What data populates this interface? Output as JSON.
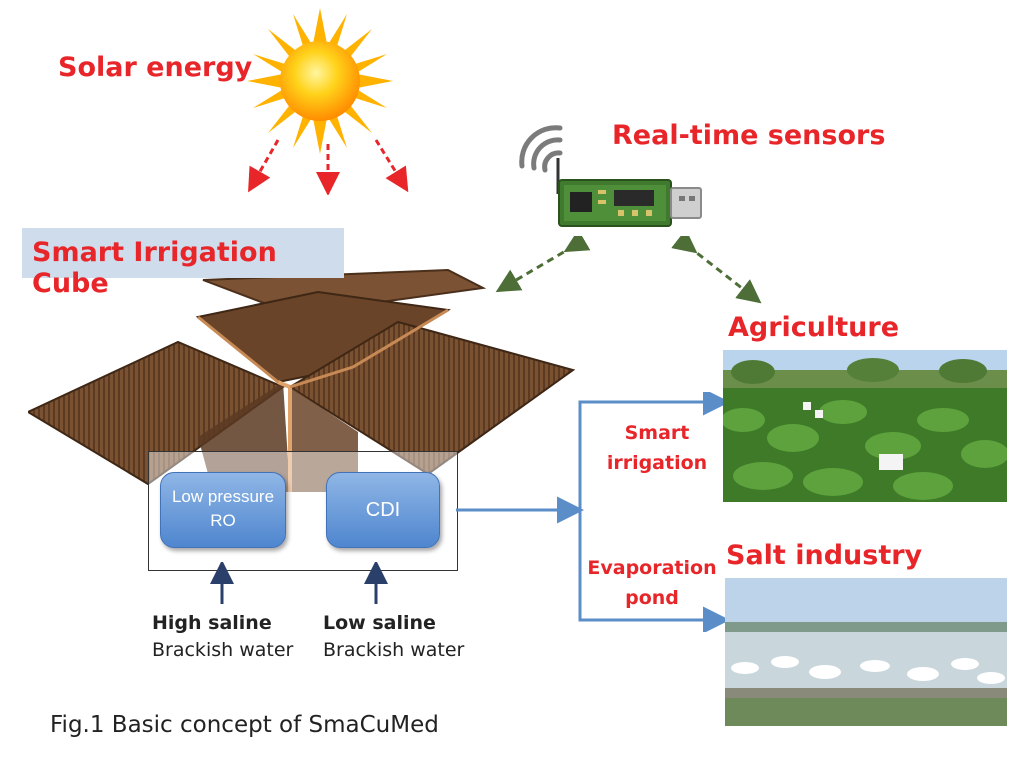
{
  "labels": {
    "solar": "Solar energy",
    "cube": "Smart Irrigation Cube",
    "sensors": "Real-time sensors",
    "agriculture": "Agriculture",
    "salt_industry": "Salt industry",
    "smart_irrigation_1": "Smart",
    "smart_irrigation_2": "irrigation",
    "evaporation_1": "Evaporation",
    "evaporation_2": "pond"
  },
  "modules": {
    "ro_line1": "Low pressure",
    "ro_line2": "RO",
    "cdi": "CDI"
  },
  "inputs": {
    "high_title": "High saline",
    "high_sub": "Brackish water",
    "low_title": "Low saline",
    "low_sub": "Brackish water"
  },
  "caption": "Fig.1 Basic concept of SmaCuMed",
  "icons": {
    "sun": "sun-icon",
    "sensor": "usb-sensor-icon",
    "wifi": "wireless-signal-icon",
    "cube": "solar-cube-illustration",
    "agriculture": "agriculture-field-photo",
    "salt": "salt-pond-photo"
  },
  "colors": {
    "label_red": "#e8262a",
    "arrow_blue": "#5b8ec9",
    "arrow_red": "#e8262a",
    "arrow_green": "#4e6e38",
    "module_blue": "#4f86cf",
    "cube_bar": "#cfdcec"
  }
}
